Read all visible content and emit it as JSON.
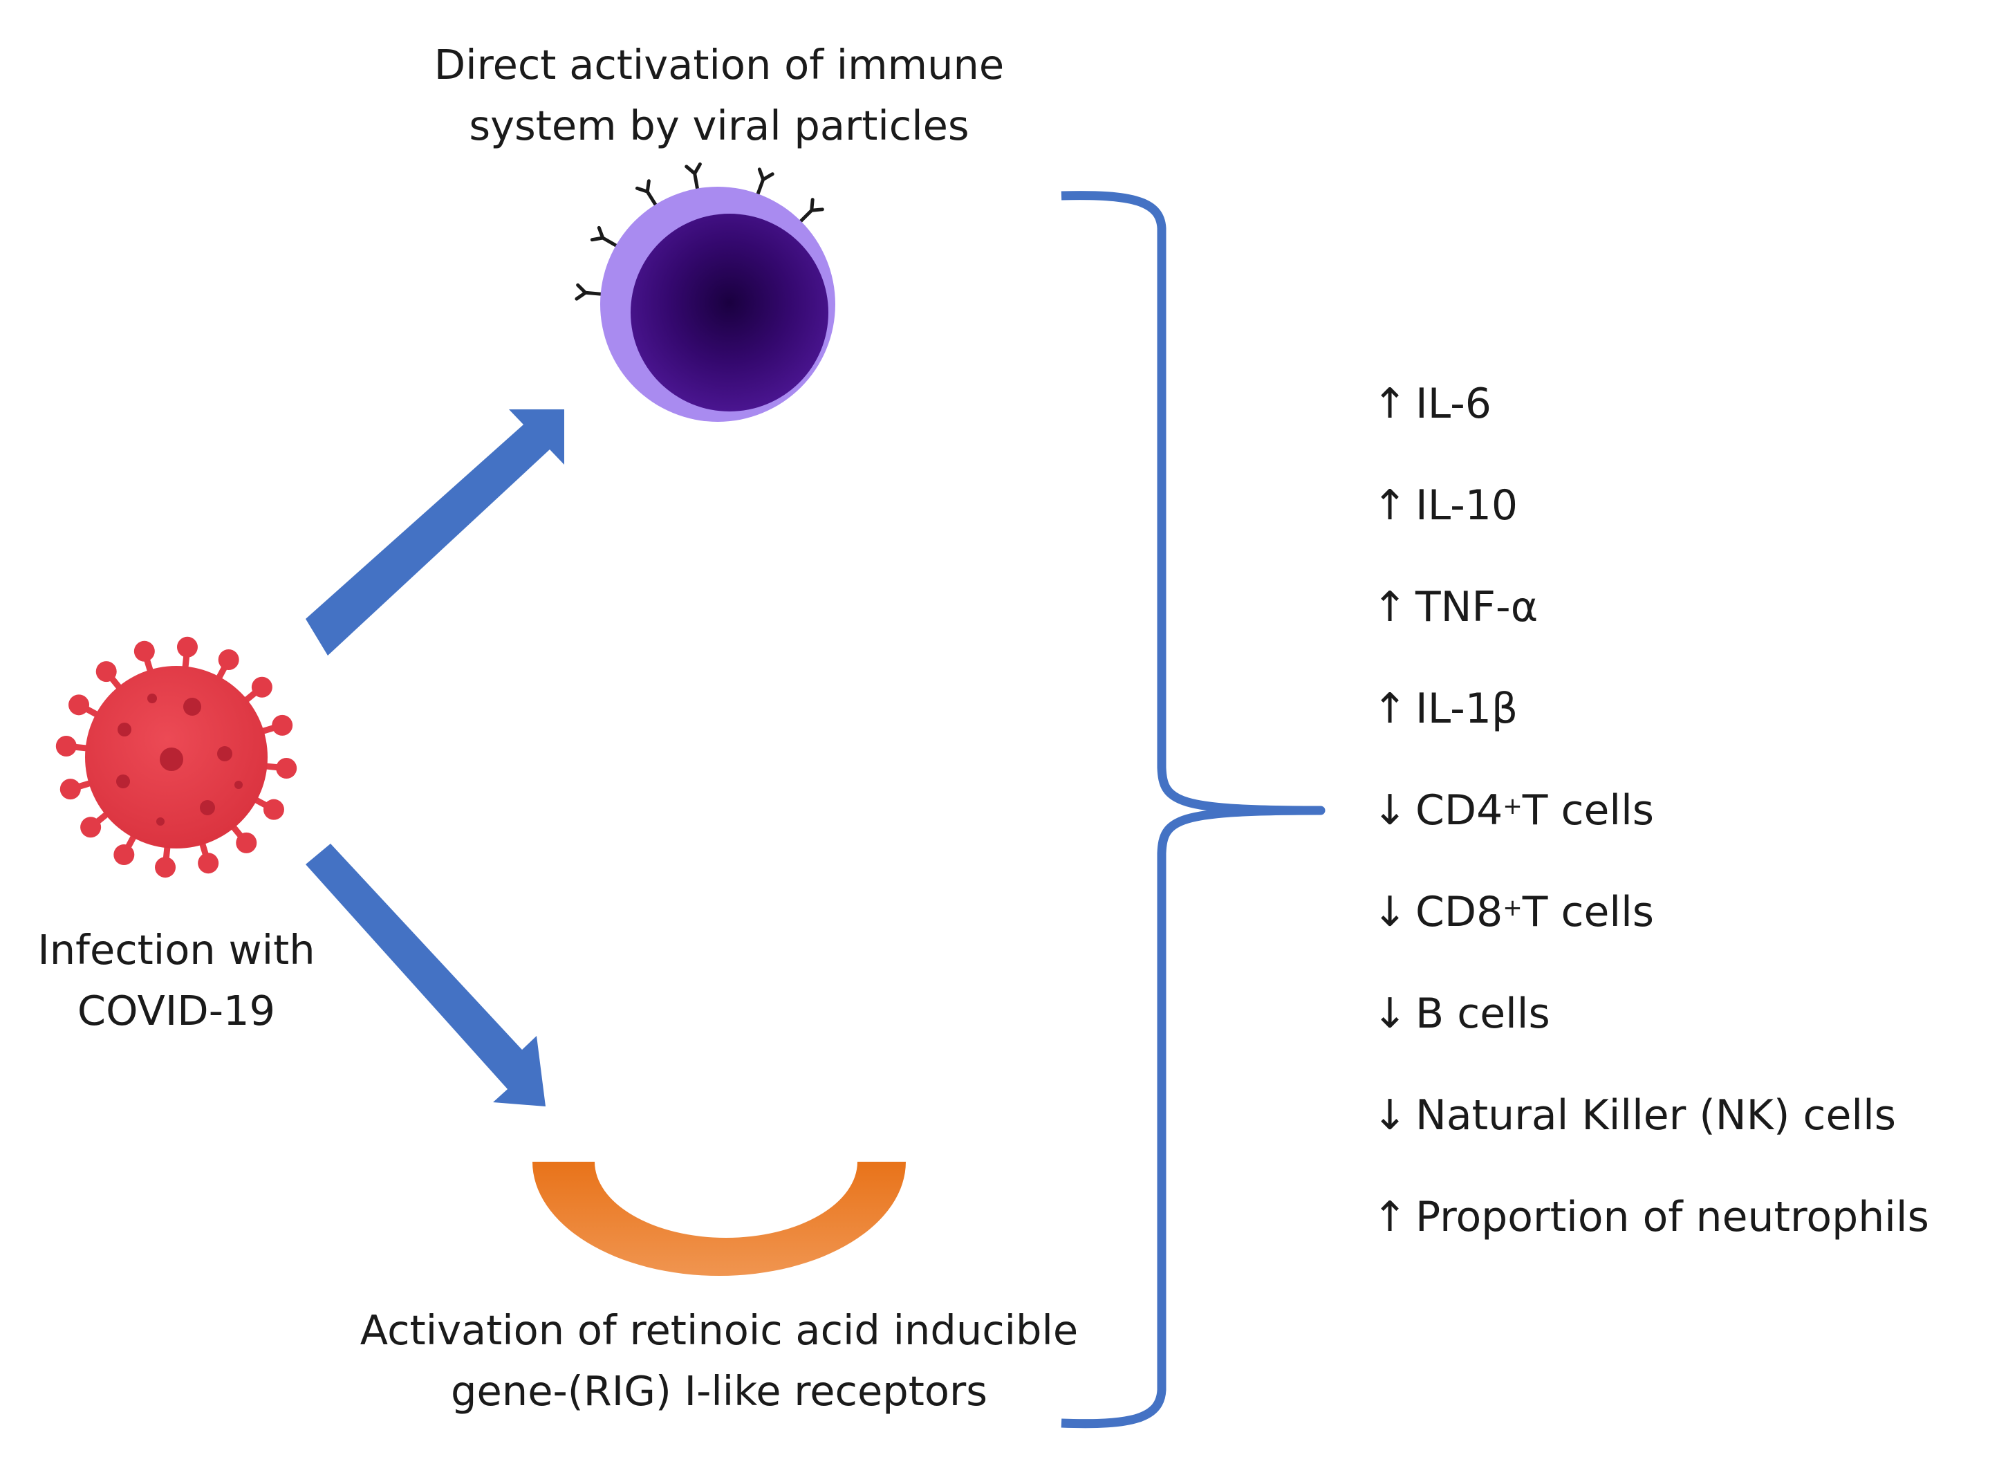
{
  "labels": {
    "top": "Direct activation of immune system  by viral particles",
    "left": "Infection with COVID-19",
    "bottom": "Activation of retinoic acid inducible gene-(RIG) I-like receptors"
  },
  "effects": [
    {
      "arrow": "↑",
      "text": "IL-6",
      "sup": "",
      "suffix": ""
    },
    {
      "arrow": "↑",
      "text": "IL-10",
      "sup": "",
      "suffix": ""
    },
    {
      "arrow": "↑",
      "text": "TNF-α",
      "sup": "",
      "suffix": ""
    },
    {
      "arrow": "↑",
      "text": "IL-1β",
      "sup": "",
      "suffix": ""
    },
    {
      "arrow": "↓",
      "text": "CD4",
      "sup": "+",
      "suffix": " T cells"
    },
    {
      "arrow": "↓",
      "text": "CD8",
      "sup": "+",
      "suffix": " T cells"
    },
    {
      "arrow": "↓",
      "text": "B cells",
      "sup": "",
      "suffix": ""
    },
    {
      "arrow": "↓",
      "text": "Natural Killer (NK) cells",
      "sup": "",
      "suffix": ""
    },
    {
      "arrow": "↑",
      "text": "Proportion of neutrophils",
      "sup": "",
      "suffix": ""
    }
  ],
  "colors": {
    "arrow": "#4472C4",
    "brace": "#4472C4",
    "virus": "#E23B47",
    "cell_outer": "#A98BF0",
    "cell_nucleus": "#3A0A78",
    "receptor": "#EE7A22"
  }
}
